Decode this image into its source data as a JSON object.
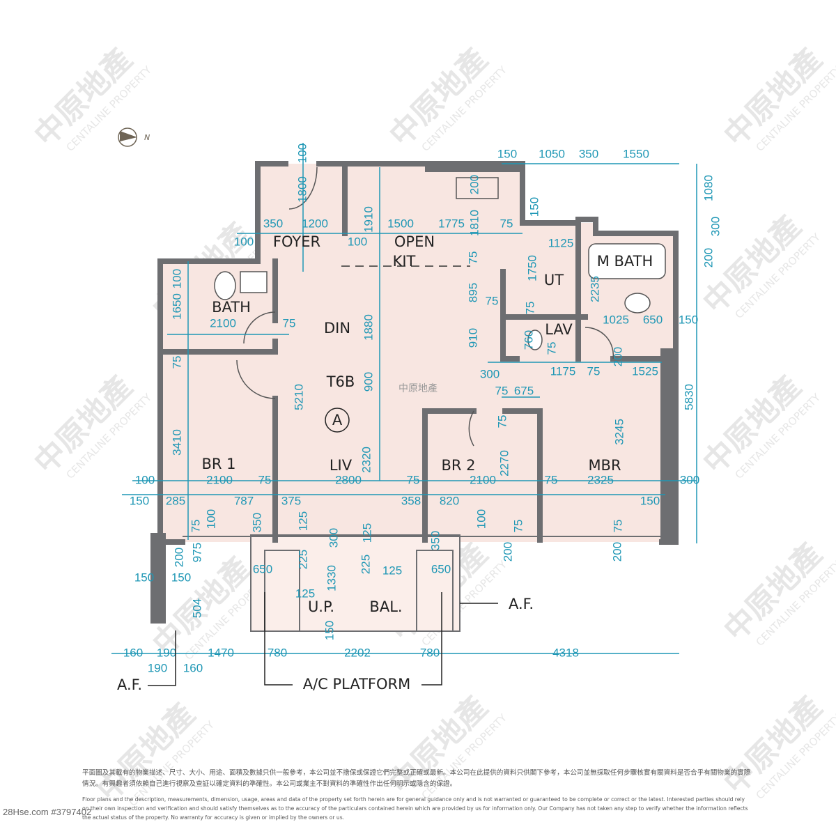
{
  "plan": {
    "unit_code": "T6B",
    "unit_flat": "A",
    "north_label": "N",
    "center_watermark": "中原地產",
    "colors": {
      "floor": "#f8e6e1",
      "wall": "#6d6e71",
      "dimension": "#1f97b5",
      "text": "#222222"
    }
  },
  "rooms": {
    "foyer": "FOYER",
    "open_kit_1": "OPEN",
    "open_kit_2": "KIT",
    "bath": "BATH",
    "din": "DIN",
    "liv": "LIV",
    "br1": "BR 1",
    "br2": "BR 2",
    "mbr": "MBR",
    "ut": "UT",
    "lav": "LAV",
    "mbath": "M BATH",
    "up": "U.P.",
    "bal": "BAL.",
    "af_right": "A.F.",
    "af_left": "A.F.",
    "ac_platform": "A/C PLATFORM"
  },
  "dimensions": [
    "100",
    "1800",
    "150",
    "1050",
    "350",
    "1550",
    "1080",
    "300",
    "200",
    "1810",
    "150",
    "1910",
    "350",
    "1200",
    "1500",
    "1775",
    "75",
    "100",
    "100",
    "1125",
    "200",
    "75",
    "1750",
    "2235",
    "100",
    "1650",
    "2100",
    "75",
    "1880",
    "895",
    "75",
    "75",
    "1025",
    "650",
    "150",
    "910",
    "760",
    "75",
    "200",
    "300",
    "1175",
    "75",
    "1525",
    "75",
    "5210",
    "900",
    "5830",
    "75",
    "675",
    "75",
    "3245",
    "3410",
    "2320",
    "2270",
    "100",
    "2100",
    "75",
    "2800",
    "75",
    "2100",
    "75",
    "2325",
    "300",
    "150",
    "285",
    "787",
    "375",
    "358",
    "820",
    "150",
    "75",
    "100",
    "350",
    "125",
    "125",
    "100",
    "75",
    "75",
    "200",
    "975",
    "300",
    "350",
    "225",
    "225",
    "125",
    "200",
    "200",
    "650",
    "650",
    "150",
    "150",
    "1330",
    "125",
    "504",
    "150",
    "160",
    "190",
    "1470",
    "780",
    "2202",
    "780",
    "4318",
    "190",
    "160"
  ],
  "watermark": {
    "brand_zh": "中原地產",
    "brand_en": "CENTALINE PROPERTY"
  },
  "disclaimer": {
    "zh": "平面圖及其載有的物業描述、尺寸、大小、用途、面積及數據只供一般參考，本公司並不擔保或保證它們完整或正確或最新。本公司在此提供的資料只供閣下參考，本公司並無採取任何步驟核實有關資料是否合乎有關物業的實際情況。有興趣者須依賴自己進行視察及查証以確定資料的準確性。本公司或業主不對資料的準確性作出任何明示或隱含的保證。",
    "en": "Floor plans and the description, measurements, dimension, usage, areas and data of the property set forth herein are for general guidance only and is not warranted or guaranteed to be complete or correct or the latest. Interested parties should rely on their own inspection and verification and should satisfy themselves as to the accuracy of the particulars contained herein which are provided by us for information only. Our Company has not taken any step to verify whether the information reflects the actual status of the property. No warranty for accuracy is given or implied by the owners or us."
  },
  "source": "28Hse.com #3797402"
}
